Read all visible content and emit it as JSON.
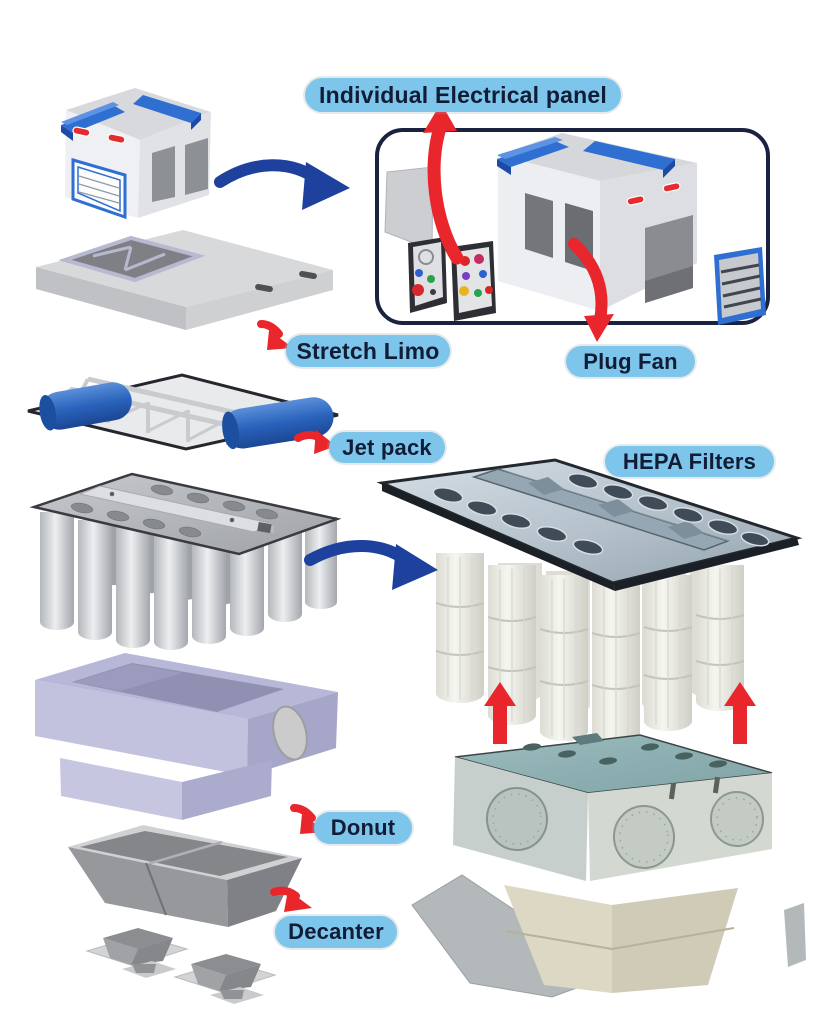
{
  "labels": {
    "electrical_panel": "Individual Electrical panel",
    "stretch_limo": "Stretch Limo",
    "jet_pack": "Jet pack",
    "plug_fan": "Plug Fan",
    "hepa_filters": "HEPA Filters",
    "donut": "Donut",
    "decanter": "Decanter"
  },
  "colors": {
    "label_background": "#7dc5ea",
    "label_text": "#111c36",
    "arrow_red": "#e8262b",
    "arrow_blue": "#1d419d",
    "panel_outline": "#1a2240",
    "machine_blue": "#2f6fd2",
    "machine_blue_dark": "#1c4ba6",
    "hopper_lavender": "#bcbcdb",
    "steel_grey": "#c9cbce",
    "galvanized_teal": "#93b4b6"
  },
  "components": [
    {
      "id": "electrical-panel-group",
      "label_key": "electrical_panel"
    },
    {
      "id": "base-skid",
      "label_key": "stretch_limo"
    },
    {
      "id": "air-manifold-frame",
      "label_key": "jet_pack"
    },
    {
      "id": "fan-unit",
      "label_key": "plug_fan"
    },
    {
      "id": "filter-cartridge-bank",
      "label_key": "hepa_filters"
    },
    {
      "id": "hopper-box",
      "label_key": "donut"
    },
    {
      "id": "pyramid-hoppers",
      "label_key": "decanter"
    }
  ]
}
